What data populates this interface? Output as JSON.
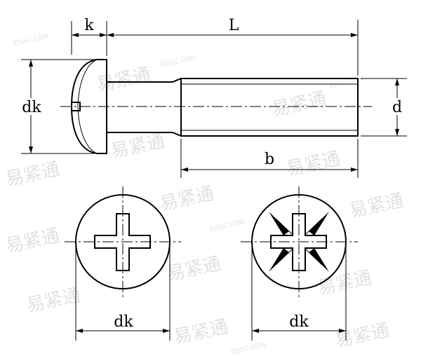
{
  "drawing": {
    "labels": {
      "k": "k",
      "L": "L",
      "dk_side": "dk",
      "d": "d",
      "b": "b",
      "dk_front_left": "dk",
      "dk_front_right": "dk"
    },
    "watermark": {
      "brand": "易紧通",
      "site": "EJSSC.COM"
    },
    "colors": {
      "line": "#000000",
      "background": "#ffffff",
      "watermark": "#c9c9c9"
    }
  }
}
